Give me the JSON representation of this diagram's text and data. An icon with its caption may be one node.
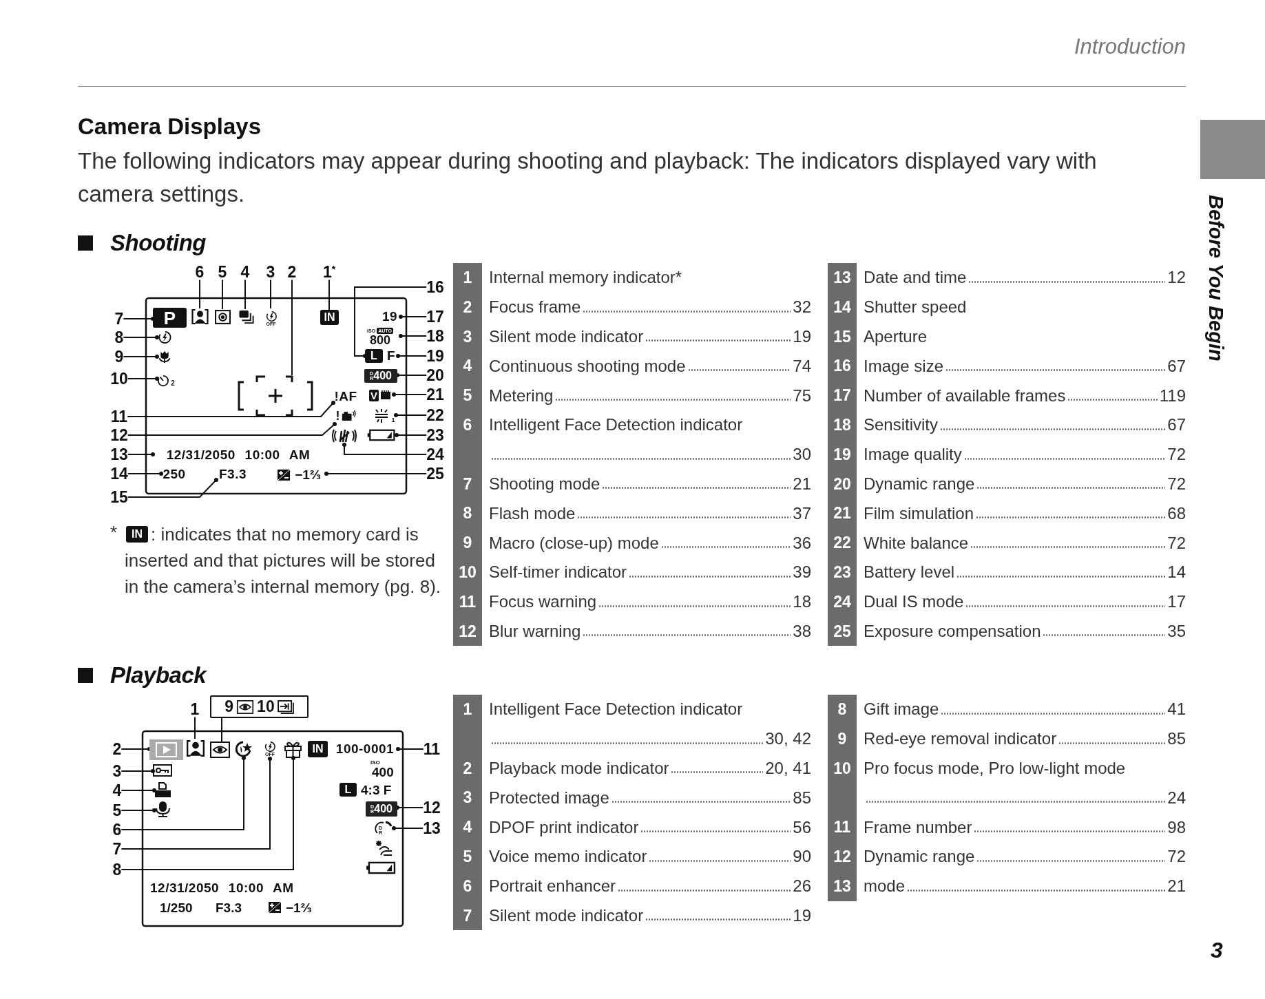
{
  "diagram": {
    "title": "Camera Displays",
    "nodes": [
      {
        "text": [
          "1$^{*}$"
        ]
      },
      {
        "text": [
          "2"
        ]
      },
      {
        "text": [
          "3"
        ]
      },
      {
        "text": [
          "4"
        ]
      },
      {
        "text": [
          "5"
        ]
      },
      {
        "text": [
          "6"
        ]
      },
      {
        "text": [
          "7"
        ]
      },
      {
        "text": [
          "8"
        ]
      },
      {
        "text": [
          "9"
        ]
      },
      {
        "text": [
          "10"
        ]
      },
      {
        "text": [
          "11"
        ]
      },
      {
        "text": [
          "12"
        ]
      },
      {
        "text": [
          "13"
        ]
      },
      {
        "text": [
          "14"
        ]
      },
      {
        "text": [
          "15"
        ]
      },
      {
        "text": [
          "16"
        ]
      },
      {
        "text": [
          "17"
        ]
      },
      {
        "text": [
          "18"
        ]
      },
      {
        "text": [
          "19"
        ]
      },
      {
        "text": [
          "20"
        ]
      },
      {
        "text": [
          "21"
        ]
      },
      {
        "text": [
          "22"
        ]
      },
      {
        "text": [
          "23"
        ]
      },
      {
        "text": [
          "24"
        ]
      },
      {
        "text": [
          "25"
        ]
      },
      {
        "text": [
          "IN"
        ]
      },
      {
        "text": [],
        "shape": "picture"
      },
      {
        "text": [
          "OFF"
        ]
      },
      {
        "text": [],
        "shape": "picture"
      },
      {
        "text": [],
        "shape": "picture"
      },
      {
        "text": [],
        "shape": "picture"
      },
      {
        "text": [
          "P"
        ]
      },
      {
        "text": [],
        "shape": "picture"
      },
      {
        "text": [],
        "shape": "picture"
      },
      {
        "text": [
          "2"
        ]
      },
      {
        "text": [
          "!AF"
        ]
      },
      {
        "text": [
          "!"
        ]
      },
      {
        "text": [
          "12/31/2050 10:00 AM"
        ]
      },
      {
        "text": [
          "250"
        ]
      },
      {
        "text": [
          "F3.3"
        ]
      },
      {
        "text": [
          "L"
        ]
      },
      {
        "text": [
          "19"
        ]
      },
      {
        "text": [
          "ISO",
          "AUTO",
          "800"
        ]
      },
      {
        "text": [
          "F"
        ]
      },
      {
        "text": [
          "D",
          "R",
          "400"
        ]
      },
      {
        "text": [
          "V"
        ]
      },
      {
        "text": [
          "1"
        ]
      },
      {
        "text": [],
        "shape": "picture"
      },
      {
        "text": [],
        "shape": "picture"
      },
      {
        "text": [
          "−1⅔"
        ]
      },
      {
        "text": [
          "1",
          "Internal memory indicator*"
        ]
      },
      {
        "text": [
          "2",
          "Focus frame",
          "32"
        ]
      },
      {
        "text": [
          "3",
          "Silent mode indicator",
          "19"
        ]
      },
      {
        "text": [
          "4",
          "Continuous shooting mode",
          "74"
        ]
      },
      {
        "text": [
          "5",
          "Metering",
          "75"
        ]
      },
      {
        "text": [
          "6",
          "Intelligent Face Detection indicator",
          "30"
        ]
      },
      {
        "text": [
          "7",
          "Shooting mode",
          "21"
        ]
      },
      {
        "text": [
          "8",
          "Flash mode",
          "37"
        ]
      },
      {
        "text": [
          "9",
          "Macro (close-up) mode",
          "36"
        ]
      },
      {
        "text": [
          "10",
          "Self-timer indicator",
          "39"
        ]
      },
      {
        "text": [
          "11",
          "Focus warning",
          "18"
        ]
      },
      {
        "text": [
          "12",
          "Blur warning",
          "38"
        ]
      },
      {
        "text": [
          "13",
          "Date and time",
          "12"
        ]
      },
      {
        "text": [
          "14",
          "Shutter speed"
        ]
      },
      {
        "text": [
          "15",
          "Aperture"
        ]
      },
      {
        "text": [
          "16",
          "Image size",
          "67"
        ]
      },
      {
        "text": [
          "17",
          "Number of available frames",
          "119"
        ]
      },
      {
        "text": [
          "18",
          "Sensitivity",
          "67"
        ]
      },
      {
        "text": [
          "19",
          "Image quality",
          "72"
        ]
      },
      {
        "text": [
          "20",
          "Dynamic range",
          "72"
        ]
      },
      {
        "text": [
          "21",
          "Film simulation",
          "68"
        ]
      },
      {
        "text": [
          "22",
          "White balance",
          "72"
        ]
      },
      {
        "text": [
          "23",
          "Battery level",
          "14"
        ]
      },
      {
        "text": [
          "24",
          "Dual IS mode",
          "17"
        ]
      },
      {
        "text": [
          "25",
          "Exposure compensation",
          "35"
        ]
      },
      {
        "text": [
          "1"
        ]
      },
      {
        "text": [
          "2"
        ]
      },
      {
        "text": [
          "3"
        ]
      },
      {
        "text": [
          "4"
        ]
      },
      {
        "text": [
          "5"
        ]
      },
      {
        "text": [
          "6"
        ]
      },
      {
        "text": [
          "7"
        ]
      },
      {
        "text": [
          "8"
        ]
      },
      {
        "text": [
          "9",
          "10"
        ]
      },
      {
        "text": [
          "11"
        ]
      },
      {
        "text": [
          "12"
        ]
      },
      {
        "text": [
          "13"
        ]
      },
      {
        "text": [],
        "shape": "picture"
      },
      {
        "text": [],
        "shape": "picture"
      },
      {
        "text": [],
        "shape": "picture"
      },
      {
        "text": [],
        "shape": "picture"
      },
      {
        "text": [],
        "shape": "picture"
      },
      {
        "text": [],
        "shape": "picture"
      },
      {
        "text": [
          "OFF"
        ]
      },
      {
        "text": [],
        "shape": "picture"
      },
      {
        "text": [],
        "shape": "picture"
      },
      {
        "text": [
          "100-0001"
        ]
      },
      {
        "text": [
          "D",
          "R",
          "400"
        ]
      },
      {
        "text": [
          "D",
          "R"
        ]
      },
      {
        "text": [
          "1",
          "Intelligent Face Detection indicator",
          "30, 42"
        ]
      },
      {
        "text": [
          "2",
          "Playback mode indicator",
          "20, 41"
        ]
      },
      {
        "text": [
          "3",
          "Protected image",
          "85"
        ]
      },
      {
        "text": [
          "4",
          "DPOF print indicator",
          "56"
        ]
      },
      {
        "text": [
          "5",
          "Voice memo indicator",
          "90"
        ]
      },
      {
        "text": [
          "6",
          "Portrait enhancer",
          "26"
        ]
      },
      {
        "text": [
          "7",
          "Silent mode indicator",
          "19"
        ]
      },
      {
        "text": [
          "8",
          "Gift image",
          "41"
        ]
      },
      {
        "text": [
          "9",
          "Red-eye removal indicator",
          "85"
        ]
      },
      {
        "text": [
          "10",
          "Pro focus mode, Pro low-light mode",
          "24"
        ]
      },
      {
        "text": [
          "11",
          "Frame number",
          "98"
        ]
      },
      {
        "text": [
          "12",
          "Dynamic range",
          "72"
        ]
      },
      {
        "text": [
          "13",
          "mode",
          "21"
        ]
      },
      {
        "text": [
          "IN"
        ]
      },
      {
        "text": [
          "L"
        ]
      },
      {
        "text": [],
        "shape": "box"
      },
      {
        "text": [
          "IN"
        ]
      }
    ],
    "edges": [
      {
        "from": 0,
        "to": 25,
        "arrow": "none"
      },
      {
        "from": 1,
        "to": 26,
        "arrow": "none"
      },
      {
        "from": 2,
        "to": 27,
        "arrow": "none"
      },
      {
        "from": 3,
        "to": 28,
        "arrow": "none"
      },
      {
        "from": 4,
        "to": 29,
        "arrow": "none"
      },
      {
        "from": 5,
        "to": 30,
        "arrow": "none"
      },
      {
        "from": 6,
        "to": 31,
        "arrow": "other"
      },
      {
        "from": 7,
        "to": 32,
        "arrow": "other"
      },
      {
        "from": 8,
        "to": 33,
        "arrow": "other"
      },
      {
        "from": 9,
        "to": 34,
        "arrow": "other"
      },
      {
        "from": 10,
        "to": 35,
        "arrow": "other"
      },
      {
        "from": 11,
        "to": 36,
        "arrow": "other"
      },
      {
        "from": 12,
        "to": 37,
        "arrow": "other"
      },
      {
        "from": 13,
        "to": 38,
        "arrow": "other"
      },
      {
        "from": 14,
        "to": 39,
        "arrow": "other"
      },
      {
        "from": 15,
        "to": 40,
        "arrow": "other"
      },
      {
        "from": 16,
        "to": 41,
        "arrow": "other"
      },
      {
        "from": 17,
        "to": 42,
        "arrow": "other"
      },
      {
        "from": 18,
        "to": 43,
        "arrow": "other"
      },
      {
        "from": 19,
        "to": 44,
        "arrow": "other"
      },
      {
        "from": 20,
        "to": 45,
        "arrow": "other"
      },
      {
        "from": 21,
        "to": 46,
        "arrow": "other"
      },
      {
        "from": 22,
        "to": 47,
        "arrow": "other"
      },
      {
        "from": 23,
        "to": 48,
        "arrow": "other"
      },
      {
        "from": 24,
        "to": 49,
        "arrow": "other"
      },
      {
        "from": 75,
        "to": 87,
        "arrow": "none"
      },
      {
        "from": 76,
        "to": 88,
        "arrow": "other"
      },
      {
        "from": 77,
        "to": 89,
        "arrow": "other"
      },
      {
        "from": 78,
        "to": 90,
        "arrow": "other"
      },
      {
        "from": 79,
        "to": 91,
        "arrow": "other"
      },
      {
        "from": 80,
        "to": 92,
        "arrow": "other"
      },
      {
        "from": 81,
        "to": 93,
        "arrow": "other"
      },
      {
        "from": 82,
        "to": 94,
        "arrow": "other"
      },
      {
        "from": 83,
        "to": 95,
        "arrow": "none"
      },
      {
        "from": 84,
        "to": 96,
        "arrow": "other"
      },
      {
        "from": 85,
        "to": 97,
        "arrow": "other"
      },
      {
        "from": 86,
        "to": 98,
        "arrow": "other"
      }
    ],
    "labels": [
      "Introduction",
      "The following indicators may appear during shooting and playback: The indicators displayed vary with camera settings.",
      "Shooting",
      "*",
      ": indicates that no memory card is inserted and that pictures will be stored in the camera’s internal memory (pg. 8).",
      "Playback",
      "ISO",
      "400",
      "4:3 F",
      "12/31/2050 10:00 AM",
      "1/250",
      "F3.3",
      "−1⅔",
      "Before You Begin",
      "3"
    ]
  }
}
